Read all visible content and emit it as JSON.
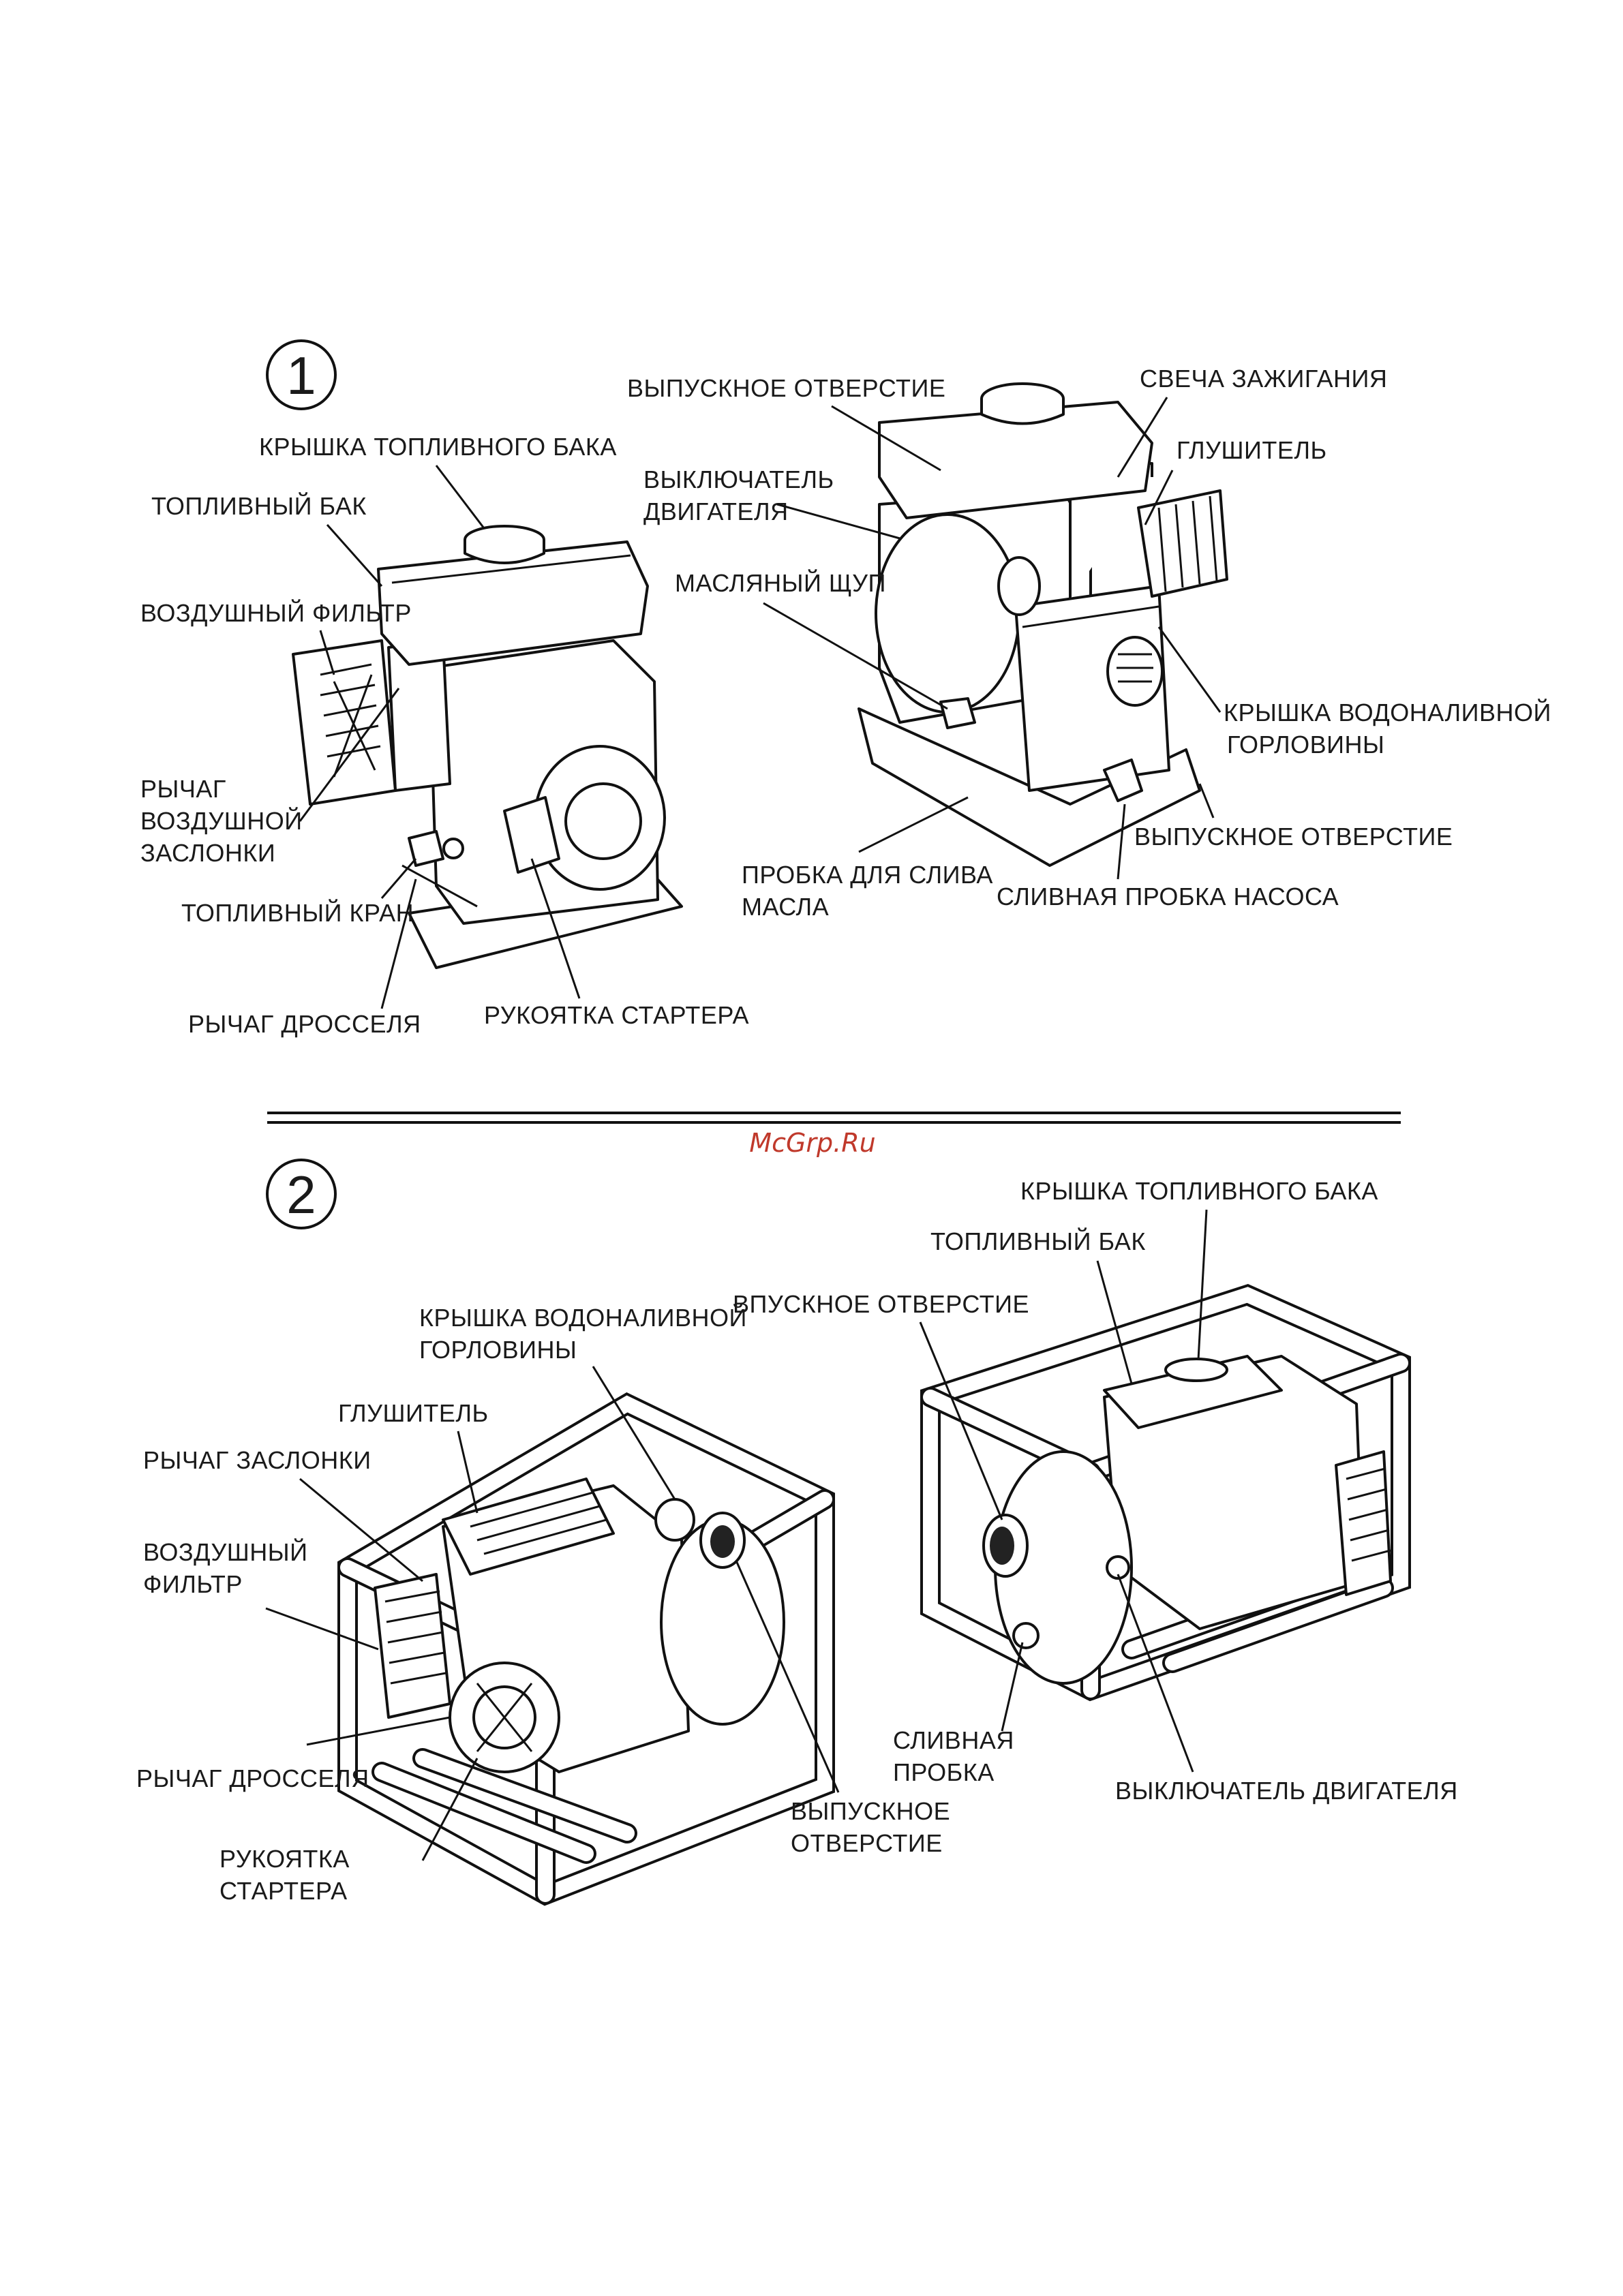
{
  "watermark": "McGrp.Ru",
  "section1": {
    "number": "1",
    "labels": {
      "fuel_tank_cap": "КРЫШКА ТОПЛИВНОГО БАКА",
      "fuel_tank": "ТОПЛИВНЫЙ БАК",
      "air_filter": "ВОЗДУШНЫЙ ФИЛЬТР",
      "choke_lever": [
        "РЫЧАГ",
        "ВОЗДУШНОЙ",
        "ЗАСЛОНКИ"
      ],
      "fuel_valve": "ТОПЛИВНЫЙ КРАН",
      "throttle_lever": "РЫЧАГ ДРОССЕЛЯ",
      "starter_handle": "РУКОЯТКА СТАРТЕРА",
      "outlet_top": "ВЫПУСКНОЕ ОТВЕРСТИЕ",
      "spark_plug": "СВЕЧА ЗАЖИГАНИЯ",
      "engine_switch": [
        "ВЫКЛЮЧАТЕЛЬ",
        "ДВИГАТЕЛЯ"
      ],
      "muffler": "ГЛУШИТЕЛЬ",
      "dipstick": "МАСЛЯНЫЙ ЩУП",
      "priming_cap": [
        "КРЫШКА ВОДОНАЛИВНОЙ",
        "ГОРЛОВИНЫ"
      ],
      "outlet_right": "ВЫПУСКНОЕ ОТВЕРСТИЕ",
      "oil_drain_plug": [
        "ПРОБКА ДЛЯ СЛИВА",
        "МАСЛА"
      ],
      "pump_drain_plug": "СЛИВНАЯ ПРОБКА НАСОСА"
    }
  },
  "section2": {
    "number": "2",
    "labels": {
      "priming_cap": [
        "КРЫШКА ВОДОНАЛИВНОЙ",
        "ГОРЛОВИНЫ"
      ],
      "muffler": "ГЛУШИТЕЛЬ",
      "choke_lever": "РЫЧАГ ЗАСЛОНКИ",
      "air_filter": [
        "ВОЗДУШНЫЙ",
        "ФИЛЬТР"
      ],
      "throttle_lever": "РЫЧАГ ДРОССЕЛЯ",
      "starter_handle": [
        "РУКОЯТКА",
        "СТАРТЕРА"
      ],
      "outlet": [
        "ВЫПУСКНОЕ",
        "ОТВЕРСТИЕ"
      ],
      "drain_plug": [
        "СЛИВНАЯ",
        "ПРОБКА"
      ],
      "inlet": "ВПУСКНОЕ ОТВЕРСТИЕ",
      "fuel_tank": "ТОПЛИВНЫЙ БАК",
      "fuel_tank_cap": "КРЫШКА ТОПЛИВНОГО БАКА",
      "engine_switch": "ВЫКЛЮЧАТЕЛЬ ДВИГАТЕЛЯ"
    }
  }
}
